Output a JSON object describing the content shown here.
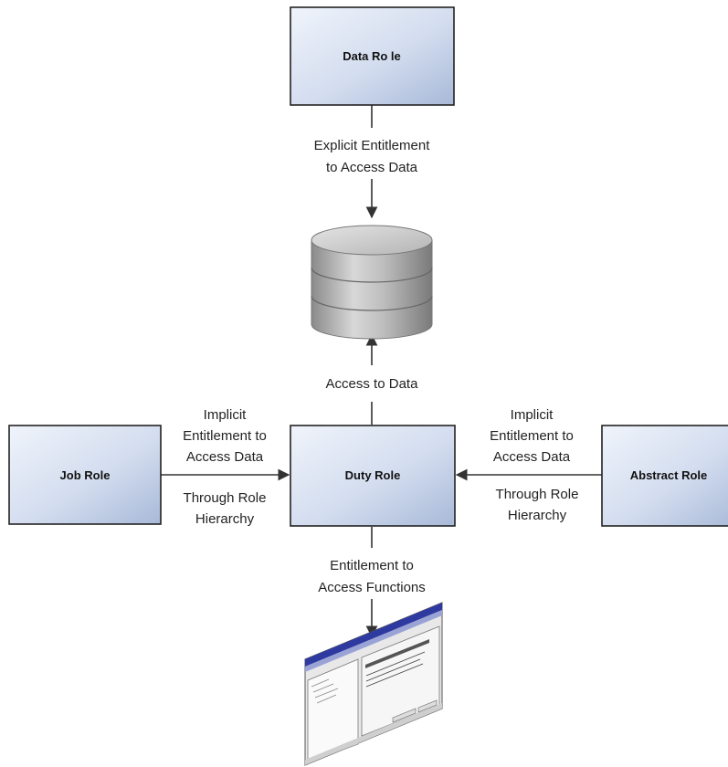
{
  "nodes": {
    "data_role": "Data Ro le",
    "job_role": "Job Role",
    "duty_role": "Duty Role",
    "abstract_role": "Abstract Role"
  },
  "edges": {
    "explicit": [
      "Explicit Entitlement",
      "to Access Data"
    ],
    "access_to_data": "Access to Data",
    "implicit_left": [
      "Implicit",
      "Entitlement to",
      "Access Data"
    ],
    "hierarchy_left": [
      "Through Role",
      "Hierarchy"
    ],
    "implicit_right": [
      "Implicit",
      "Entitlement to",
      "Access Data"
    ],
    "hierarchy_right": [
      "Through Role",
      "Hierarchy"
    ],
    "functions": [
      "Entitlement to",
      "Access Functions"
    ]
  },
  "colors": {
    "box_fill_light": "#eef2fa",
    "box_fill_dark": "#aebedb",
    "box_stroke": "#222222",
    "line": "#333333",
    "screen_titlebar": "#2e3aa0"
  },
  "icons": {
    "database": "database-cylinder-icon",
    "application": "application-window-icon"
  }
}
